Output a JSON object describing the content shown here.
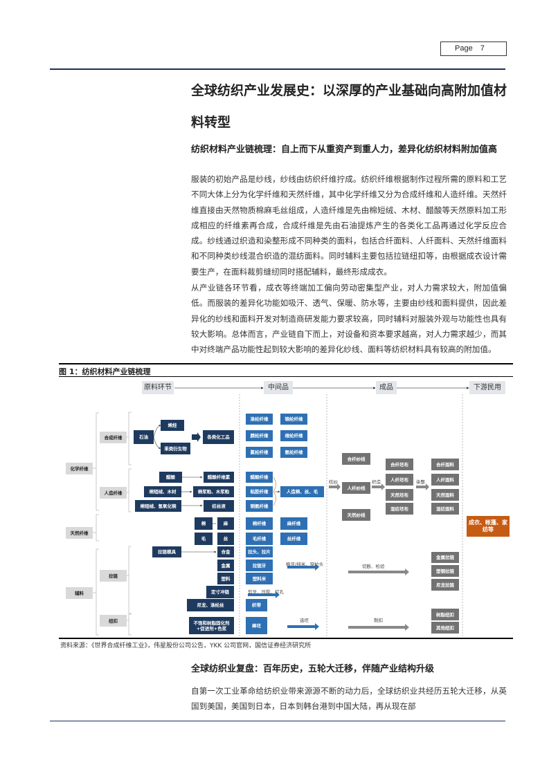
{
  "header": {
    "page_label": "Page",
    "page_number": "7"
  },
  "section_title": "全球纺织产业发展史：以深厚的产业基础向高附加值材料转型",
  "subsection1": "纺织材料产业链梳理：自上而下从重资产到重人力，差异化纺织材料附加值高",
  "paragraphs": [
    "服装的初始产品是纱线，纱线由纺织纤维拧成。纺织纤维根据制作过程所需的原料和工艺不同大体上分为化学纤维和天然纤维，其中化学纤维又分为合成纤维和人造纤维。天然纤维直接由天然物质棉麻毛丝组成，人造纤维是先由棉短绒、木材、醋酸等天然原料加工形成相应的纤维素再合成，合成纤维是先由石油提炼产生的各类化工品再通过化学反应合成。纱线通过织造和染整形成不同种类的面料，包括合纤面料、人纤面料、天然纤维面料和不同种类纱线混合织造的混纺面料。同时辅料主要包括拉链纽扣等，由根据成衣设计需要生产，在面料裁剪缝纫同时搭配辅料，最终形成成衣。",
    "从产业链各环节看，成衣等终端加工偏向劳动密集型产业，对人力需求较大，附加值偏低。而服装的差异化功能如吸汗、透气、保暖、防水等，主要由纱线和面料提供，因此差异化的纱线和面料开发对制造商研发能力要求较高，同时辅料对服装外观与功能性也具有较大影响。总体而言，产业链自下而上，对设备和资本要求越高，对人力需求越少，而其中对终端产品功能性起到较大影响的差异化纱线、面料等纺织材料具有较高的附加值。"
  ],
  "figure": {
    "title": "图 1：纺织材料产业链梳理",
    "source": "资料来源：《世界合成纤维工业》，伟星股份公司公告，YKK 公司官网，国信证券经济研究所",
    "labels": {
      "h1": "原料环节",
      "h2": "中间品",
      "h3": "成品",
      "h4": "下游民用",
      "l_chem": "化学纤维",
      "l_syn": "合成纤维",
      "l_art": "人造纤维",
      "l_nat": "天然纤维",
      "l_acc": "辅料",
      "l_zip": "拉链",
      "l_btn": "纽扣",
      "oil": "石油",
      "olefin": "烯烃",
      "benz": "苯类衍生物",
      "chem": "各类化工品",
      "acetic": "醋酸",
      "acetcell": "醋酸纤维素",
      "linter": "棉短绒、木材",
      "pulp": "棉浆粕、木浆粕",
      "linter2": "棉短绒、氢氧化铜",
      "spin": "纺丝液",
      "cotton": "棉",
      "hemp": "麻",
      "wool": "毛",
      "silk": "丝",
      "zipmold": "拉链模具",
      "alloy": "合金",
      "metal": "金属",
      "plastic": "塑料",
      "cutzip": "定寸冲链",
      "nylon": "尼龙、涤纶丝",
      "resin": "不饱和树脂固化剂+促进剂+色浆",
      "polyester": "涤纶纤维",
      "nylonf": "锦纶纤维",
      "acrylic": "腈纶纤维",
      "vinylon": "维纶纤维",
      "chloro": "氯纶纤维",
      "spandex": "氨纶纤维",
      "acetf": "醋酸纤维",
      "viscose": "粘胶纤维",
      "cupro": "铜氨纤维",
      "artif": "人造棉、丝、毛",
      "cottonf": "棉纤维",
      "hempf": "麻纤维",
      "woolf": "毛纤维",
      "silkf": "丝纤维",
      "puller": "拉头、拉片",
      "teeth": "拉链牙",
      "pellet": "塑料米",
      "tape": "织带",
      "rod": "棒坯",
      "t_teeth": "植牙/排米、穿拉头",
      "t_cut": "剪牙、压胶、打孔",
      "t_select": "选坯",
      "yarn_syn": "合纤纱线",
      "yarn_art": "人纤纱线",
      "yarn_nat": "天然纱线",
      "grey_syn": "合纤坯布",
      "grey_art": "人纤坯布",
      "grey_nat": "天然坯布",
      "grey_mix": "混纺坯布",
      "fab_syn": "合纤面料",
      "fab_art": "人纤面料",
      "fab_nat": "天然面料",
      "fab_mix": "混纺面料",
      "t_spinning": "纺纱",
      "t_weaving": "织造",
      "t_dyeing": "染整",
      "zip_metal": "金属拉链",
      "zip_resin": "塑钢拉链",
      "zip_nylon": "尼龙拉链",
      "t_cutcheck": "切断、检验",
      "btn_resin": "树脂纽扣",
      "btn_other": "其他纽扣",
      "t_make": "制扣",
      "final": "成衣、帐篷、家纺等"
    }
  },
  "subsection2": "全球纺织业复盘：百年历史，五轮大迁移，伴随产业结构升级",
  "paragraph3": "自第一次工业革命给纺织业带来源源不断的动力后，全球纺织业共经历五轮大迁移，从英国到美国，美国到日本，日本到韩台港到中国大陆，再从现在部",
  "colors": {
    "navy": "#1e3a5f",
    "blue": "#2e70b3",
    "gray": "#727272",
    "orange": "#c65b14",
    "rule": "#1b2e5a"
  }
}
